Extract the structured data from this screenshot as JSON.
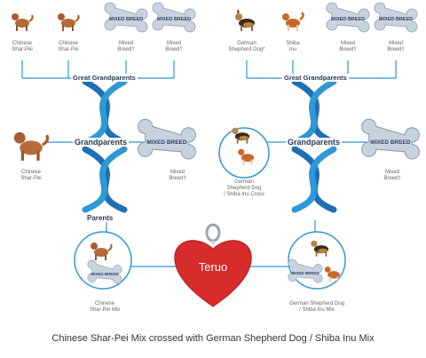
{
  "colors": {
    "line": "#2f98d6",
    "helix": "#1f6fb5",
    "bone": "#c9d3e0",
    "tag": "#d82b2b"
  },
  "top_left": [
    {
      "label": "Chinese\nShar-Pei",
      "kind": "dog",
      "icon": "shar-pei-dog-icon"
    },
    {
      "label": "Chinese\nShar-Pei",
      "kind": "dog",
      "icon": "shar-pei-dog-icon"
    },
    {
      "label": "Mixed\nBreed†",
      "kind": "bone",
      "icon": "mixed-breed-bone-icon"
    },
    {
      "label": "Mixed\nBreed†",
      "kind": "bone",
      "icon": "mixed-breed-bone-icon"
    }
  ],
  "top_right": [
    {
      "label": "German\nShepherd Dog*",
      "kind": "dog",
      "icon": "german-shepherd-dog-icon"
    },
    {
      "label": "Shiba\nInu",
      "kind": "dog",
      "icon": "shiba-inu-dog-icon"
    },
    {
      "label": "Mixed\nBreed†",
      "kind": "bone",
      "icon": "mixed-breed-bone-icon"
    },
    {
      "label": "Mixed\nBreed†",
      "kind": "bone",
      "icon": "mixed-breed-bone-icon"
    }
  ],
  "bone_text": "MIXED BREED",
  "tiers": {
    "great_grandparents": "Great Grandparents",
    "grandparents": "Grandparents",
    "parents": "Parents"
  },
  "grandparents": {
    "left_dog": "Chinese\nShar-Pei",
    "left_bone": "Mixed\nBreed†",
    "right_circle": "German\nShepherd Dog\n/ Shiba Inu Cross",
    "right_bone": "Mixed\nBreed†"
  },
  "parents": {
    "left": "Chinese\nShar-Pei Mix",
    "right": "German Shepherd Dog\n/ Shiba Inu Mix"
  },
  "tag_name": "Teruo",
  "caption": "Chinese Shar-Pei Mix crossed with German Shepherd Dog / Shiba Inu Mix"
}
